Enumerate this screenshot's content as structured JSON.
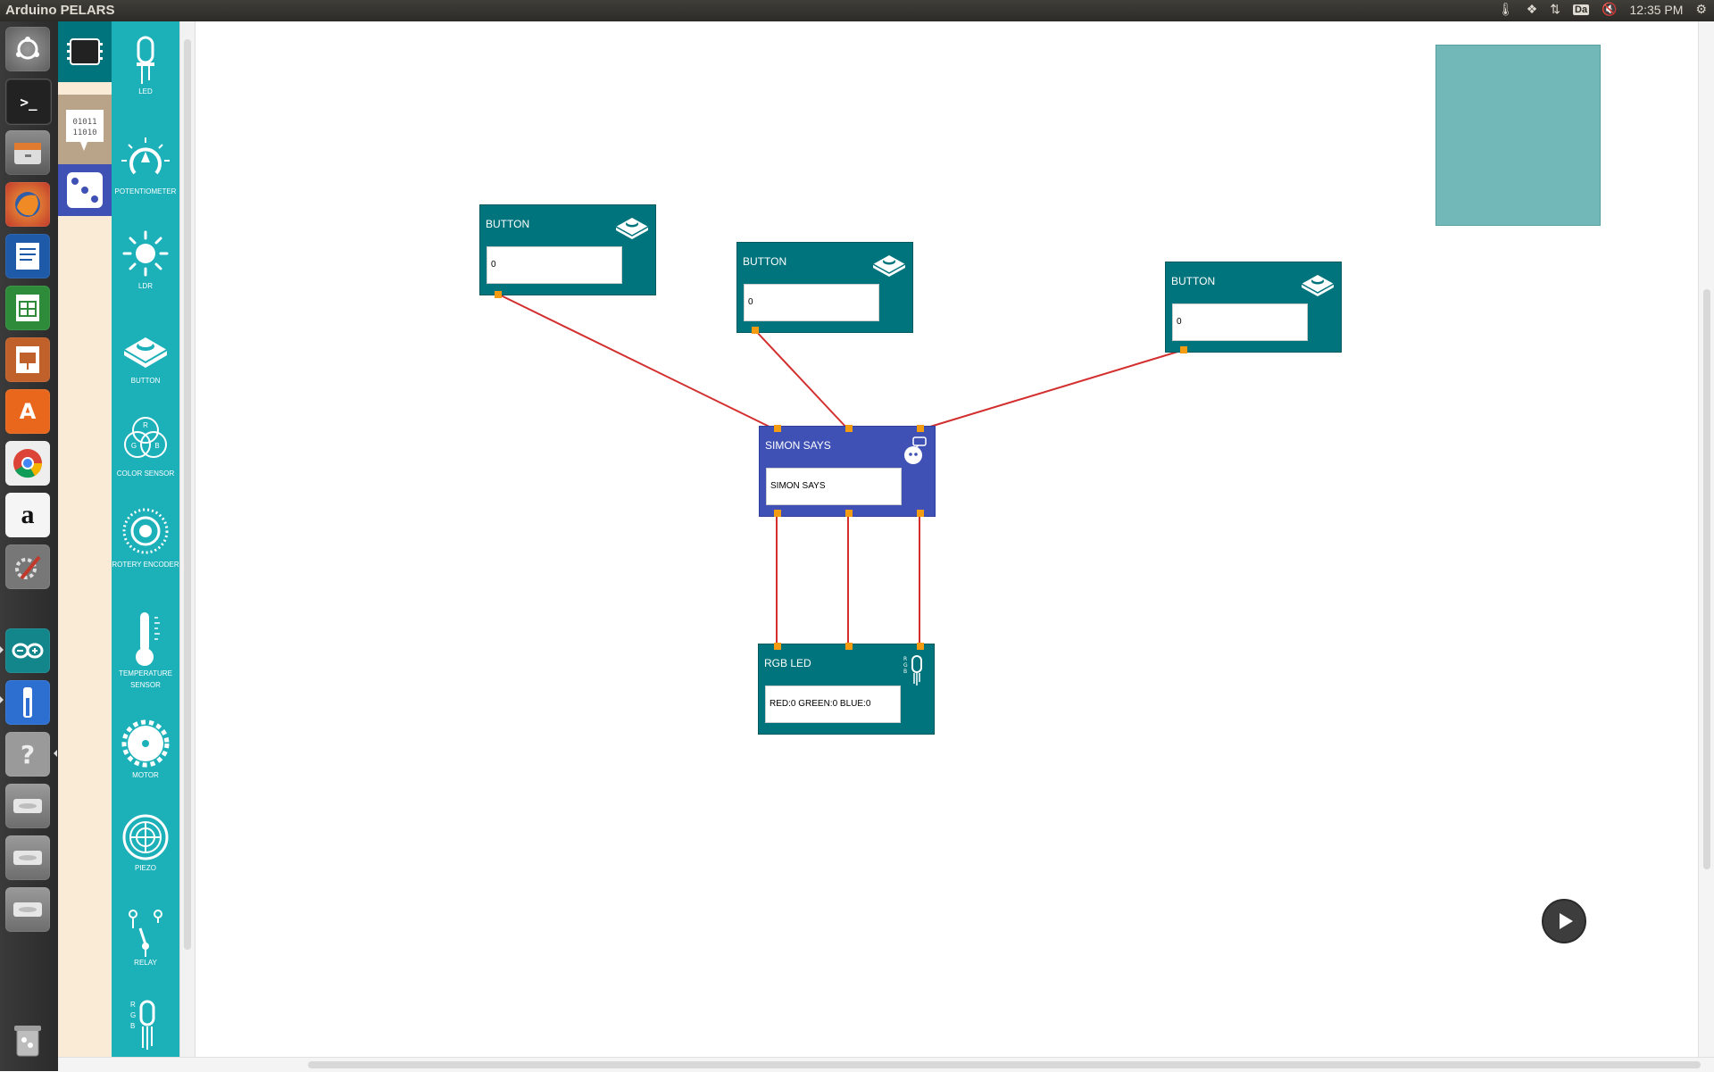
{
  "window": {
    "title": "Arduino PELARS"
  },
  "tray": {
    "keyboard": "Da",
    "clock": "12:35 PM"
  },
  "launcher": {
    "items": [
      {
        "name": "dash-home-icon"
      },
      {
        "name": "terminal-icon"
      },
      {
        "name": "files-icon"
      },
      {
        "name": "firefox-icon"
      },
      {
        "name": "writer-icon"
      },
      {
        "name": "calc-icon"
      },
      {
        "name": "impress-icon"
      },
      {
        "name": "software-center-icon"
      },
      {
        "name": "chrome-icon"
      },
      {
        "name": "amazon-icon"
      },
      {
        "name": "system-settings-icon"
      },
      {
        "name": "arduino-icon"
      },
      {
        "name": "thermometer-app-icon"
      },
      {
        "name": "help-icon"
      },
      {
        "name": "drive-1-icon"
      },
      {
        "name": "drive-2-icon"
      },
      {
        "name": "drive-3-icon"
      },
      {
        "name": "trash-icon"
      }
    ]
  },
  "palette": {
    "categories": [
      {
        "name": "hardware-category-icon"
      },
      {
        "name": "data-category-icon",
        "text": "01011 11010"
      },
      {
        "name": "logic-category-icon"
      }
    ],
    "items": [
      {
        "label": "LED",
        "icon": "led-icon"
      },
      {
        "label": "POTENTIOMETER",
        "icon": "potentiometer-icon"
      },
      {
        "label": "LDR",
        "icon": "ldr-icon"
      },
      {
        "label": "BUTTON",
        "icon": "button-icon"
      },
      {
        "label": "COLOR SENSOR",
        "icon": "color-sensor-icon",
        "letters": [
          "R",
          "G",
          "B"
        ]
      },
      {
        "label": "ROTERY ENCODER",
        "icon": "rotary-encoder-icon"
      },
      {
        "label": "TEMPERATURE SENSOR",
        "icon": "temperature-sensor-icon"
      },
      {
        "label": "MOTOR",
        "icon": "motor-icon"
      },
      {
        "label": "PIEZO",
        "icon": "piezo-icon"
      },
      {
        "label": "RELAY",
        "icon": "relay-icon"
      },
      {
        "label": "",
        "icon": "rgb-led-icon",
        "letters": [
          "R",
          "G",
          "B"
        ]
      }
    ]
  },
  "nodes": {
    "button1": {
      "title": "BUTTON",
      "value": "0"
    },
    "button2": {
      "title": "BUTTON",
      "value": "0"
    },
    "button3": {
      "title": "BUTTON",
      "value": "0"
    },
    "simon": {
      "title": "SIMON SAYS",
      "value": "SIMON SAYS"
    },
    "rgbled": {
      "title": "RGB LED",
      "value": "RED:0 GREEN:0 BLUE:0",
      "letters": [
        "R",
        "G",
        "B"
      ]
    }
  },
  "colors": {
    "palette_bg": "#1cb0b9",
    "category_bg": "#faebd7",
    "node_teal": "#00747c",
    "node_indigo": "#3f51b5",
    "wire": "#d32f2f",
    "port": "#f39c12",
    "minimap": "#73b8b8"
  }
}
